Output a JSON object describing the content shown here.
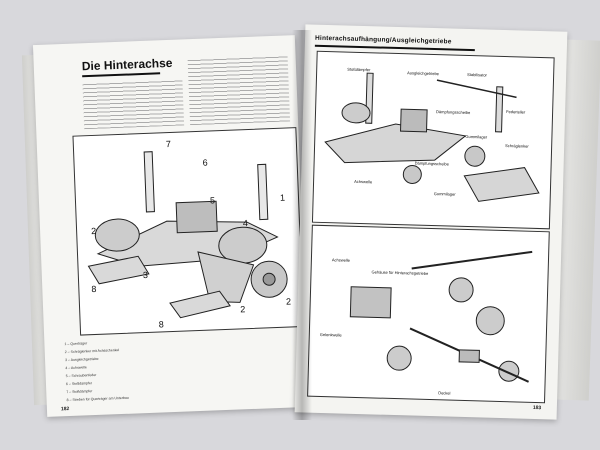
{
  "left_page": {
    "heading": "Die Hinterachse",
    "page_number": "182",
    "callout_numbers": [
      "7",
      "6",
      "2",
      "5",
      "4",
      "3",
      "8",
      "2",
      "8",
      "1",
      "2"
    ],
    "legend": [
      "1 – Querträger",
      "2 – Schräglenker mit Achsschenkel",
      "3 – Ausgleichgetriebe",
      "4 – Achswelle",
      "5 – Schraubenfeder",
      "6 – Stoßdämpfer",
      "7 – Stoßdämpfer",
      "8 – Streben für Querträger am Unterbau"
    ]
  },
  "right_page": {
    "heading": "Hinterachsaufhängung/Ausgleichgetriebe",
    "page_number": "183",
    "top_labels": [
      "Stoßdämpfer",
      "Ausgleichgetriebe",
      "Stabilisator",
      "Dämpfungsscheibe",
      "Federteller",
      "Gummilager",
      "Schräglenker",
      "Dämpfungsscheibe",
      "Gummilager",
      "Achswelle"
    ],
    "bottom_labels": [
      "Achswelle",
      "Gehäuse für Hinterachsgetriebe",
      "Gelenkwelle",
      "Deckel"
    ]
  }
}
